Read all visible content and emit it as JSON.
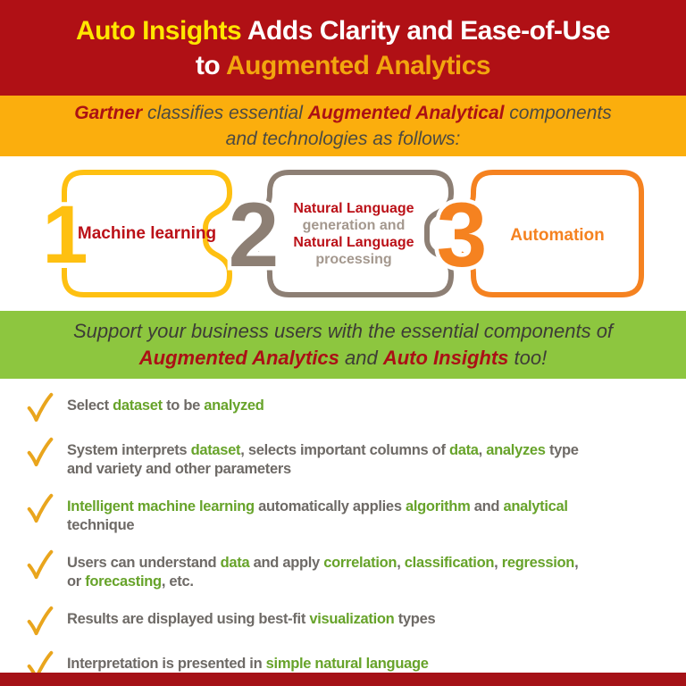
{
  "colors": {
    "header_bg": "#b01015",
    "title_yellow": "#ffe600",
    "title_gold": "#f2a60e",
    "gold_band_bg": "#fbae0d",
    "accent_red": "#ab1015",
    "step1_yellow": "#fec011",
    "step2_taupe": "#8d7f74",
    "step3_orange": "#f58220",
    "green_band_bg": "#8dc63f",
    "list_green": "#67a32a",
    "list_gray": "#6e6a66",
    "check_gold": "#e9a51d",
    "footer_red": "#a51217"
  },
  "header": {
    "title_segments": [
      {
        "t": "Auto Insights",
        "c": "yellow"
      },
      {
        "t": " Adds Clarity and Ease-of-Use",
        "c": "white"
      },
      {
        "br": true
      },
      {
        "t": "to ",
        "c": "white"
      },
      {
        "t": "Augmented Analytics",
        "c": "gold"
      }
    ]
  },
  "subheader": {
    "text_segments": [
      {
        "t": "Gartner",
        "c": "red"
      },
      {
        "t": " classifies essential ",
        "c": "dark"
      },
      {
        "t": "Augmented Analytical",
        "c": "red"
      },
      {
        "t": " components",
        "c": "dark"
      },
      {
        "br": true
      },
      {
        "t": "and technologies as follows:",
        "c": "dark"
      }
    ]
  },
  "steps": [
    {
      "number": "1",
      "label_segments": [
        {
          "t": "Machine learning",
          "c": "red"
        }
      ]
    },
    {
      "number": "2",
      "label_segments": [
        {
          "t": "Natural Language",
          "c": "red"
        },
        {
          "br": true
        },
        {
          "t": "generation and",
          "c": "taupe"
        },
        {
          "br": true
        },
        {
          "t": "Natural Language",
          "c": "red"
        },
        {
          "br": true
        },
        {
          "t": "processing",
          "c": "taupe"
        }
      ]
    },
    {
      "number": "3",
      "label_segments": [
        {
          "t": "Automation",
          "c": "orange"
        }
      ]
    }
  ],
  "banner": {
    "text_segments": [
      {
        "t": "Support your business users with the essential components of",
        "c": "dark"
      },
      {
        "br": true
      },
      {
        "t": "Augmented Analytics",
        "c": "red"
      },
      {
        "t": " and ",
        "c": "dark"
      },
      {
        "t": "Auto Insights",
        "c": "red"
      },
      {
        "t": " too!",
        "c": "dark"
      }
    ]
  },
  "checklist": {
    "items": [
      {
        "segments": [
          {
            "t": "Select ",
            "c": "gray"
          },
          {
            "t": "dataset",
            "c": "green"
          },
          {
            "t": " to be ",
            "c": "gray"
          },
          {
            "t": "analyzed",
            "c": "green"
          }
        ]
      },
      {
        "segments": [
          {
            "t": "System interprets ",
            "c": "gray"
          },
          {
            "t": "dataset",
            "c": "green"
          },
          {
            "t": ", selects important columns of ",
            "c": "gray"
          },
          {
            "t": "data",
            "c": "green"
          },
          {
            "t": ", ",
            "c": "gray"
          },
          {
            "t": "analyzes",
            "c": "green"
          },
          {
            "t": " type",
            "c": "gray"
          },
          {
            "br": true
          },
          {
            "t": "and variety and other parameters",
            "c": "gray"
          }
        ]
      },
      {
        "segments": [
          {
            "t": "Intelligent machine learning",
            "c": "green"
          },
          {
            "t": " automatically applies ",
            "c": "gray"
          },
          {
            "t": "algorithm",
            "c": "green"
          },
          {
            "t": " and ",
            "c": "gray"
          },
          {
            "t": "analytical",
            "c": "green"
          },
          {
            "br": true
          },
          {
            "t": "technique",
            "c": "gray"
          }
        ]
      },
      {
        "segments": [
          {
            "t": "Users can understand ",
            "c": "gray"
          },
          {
            "t": "data",
            "c": "green"
          },
          {
            "t": " and apply ",
            "c": "gray"
          },
          {
            "t": "correlation",
            "c": "green"
          },
          {
            "t": ", ",
            "c": "gray"
          },
          {
            "t": "classification",
            "c": "green"
          },
          {
            "t": ", ",
            "c": "gray"
          },
          {
            "t": "regression",
            "c": "green"
          },
          {
            "t": ",",
            "c": "gray"
          },
          {
            "br": true
          },
          {
            "t": "or ",
            "c": "gray"
          },
          {
            "t": "forecasting",
            "c": "green"
          },
          {
            "t": ", etc.",
            "c": "gray"
          }
        ]
      },
      {
        "segments": [
          {
            "t": "Results are displayed using best-fit ",
            "c": "gray"
          },
          {
            "t": "visualization",
            "c": "green"
          },
          {
            "t": " types",
            "c": "gray"
          }
        ]
      },
      {
        "segments": [
          {
            "t": "Interpretation is presented in ",
            "c": "gray"
          },
          {
            "t": "simple natural language",
            "c": "green"
          }
        ]
      }
    ]
  }
}
